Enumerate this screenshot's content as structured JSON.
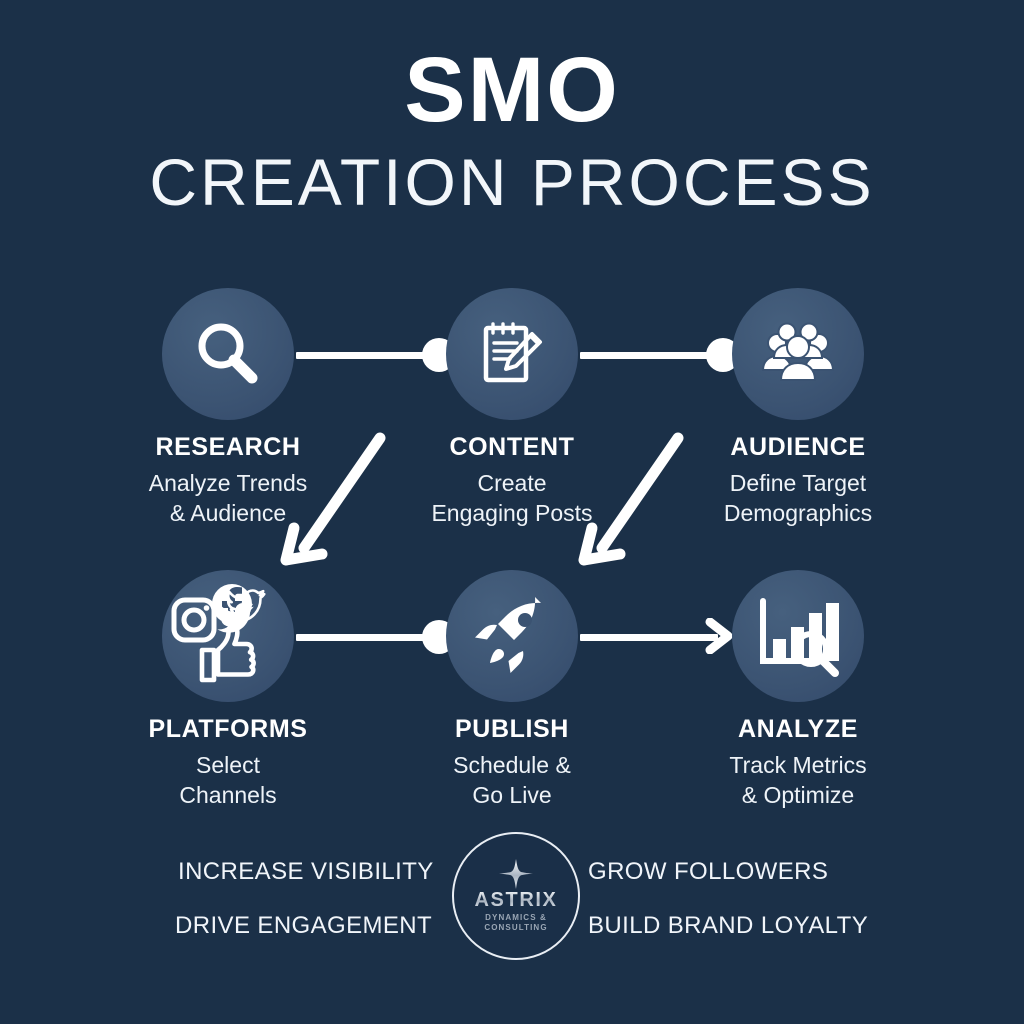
{
  "header": {
    "title_main": "SMO",
    "title_sub": "CREATION PROCESS"
  },
  "colors": {
    "background": "#1b3048",
    "node_fill": "#3b5372",
    "text_primary": "#ffffff",
    "text_secondary": "#eef3f8",
    "connector": "#ffffff",
    "logo_silver": "#c7ced6"
  },
  "steps": [
    {
      "title": "RESEARCH",
      "desc": "Analyze Trends\n& Audience",
      "desc_line1": "Analyze Trends",
      "desc_line2": "& Audience",
      "icon": "magnifier-icon"
    },
    {
      "title": "CONTENT",
      "desc_line1": "Create",
      "desc_line2": "Engaging Posts",
      "icon": "notepad-pencil-icon"
    },
    {
      "title": "AUDIENCE",
      "desc_line1": "Define Target",
      "desc_line2": "Demographics",
      "icon": "people-group-icon"
    },
    {
      "title": "PLATFORMS",
      "desc_line1": "Select",
      "desc_line2": "Channels",
      "icon": "social-platforms-icon"
    },
    {
      "title": "PUBLISH",
      "desc_line1": "Schedule &",
      "desc_line2": "Go Live",
      "icon": "rocket-icon"
    },
    {
      "title": "ANALYZE",
      "desc_line1": "Track Metrics",
      "desc_line2": "& Optimize",
      "icon": "bar-chart-magnifier-icon"
    }
  ],
  "benefits": {
    "top_left": "INCREASE VISIBILITY",
    "bottom_left": "DRIVE ENGAGEMENT",
    "top_right": "GROW FOLLOWERS",
    "bottom_right": "BUILD BRAND LOYALTY"
  },
  "logo": {
    "name": "ASTRIX",
    "tagline_line1": "DYNAMICS &",
    "tagline_line2": "CONSULTING",
    "mark": "four-point-star-icon"
  }
}
